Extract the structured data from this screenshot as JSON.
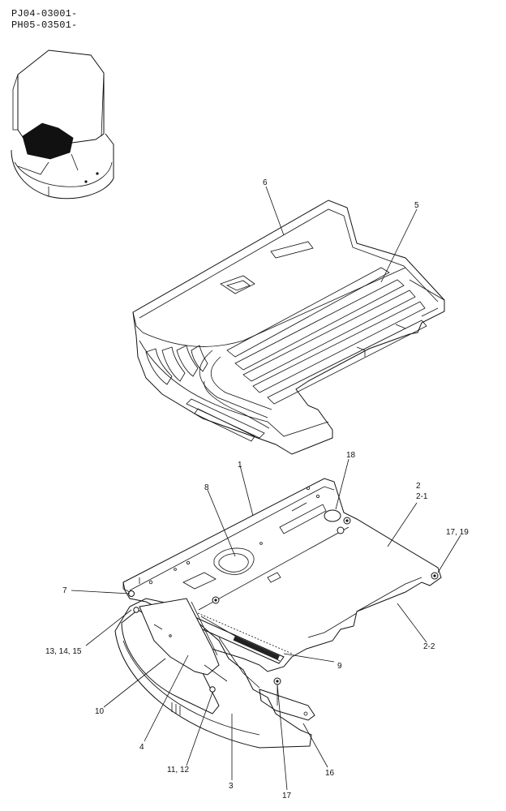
{
  "header": {
    "code1": "PJ04-03001-",
    "code2": "PH05-03501-"
  },
  "callouts": {
    "c1": "1",
    "c2": "2",
    "c2_1": "2-1",
    "c2_2": "2-2",
    "c3": "3",
    "c4": "4",
    "c5": "5",
    "c6": "6",
    "c7": "7",
    "c8": "8",
    "c9": "9",
    "c10": "10",
    "c11_12": "11, 12",
    "c13_14_15": "13, 14, 15",
    "c16": "16",
    "c17a": "17",
    "c17_19": "17, 19",
    "c18": "18"
  }
}
